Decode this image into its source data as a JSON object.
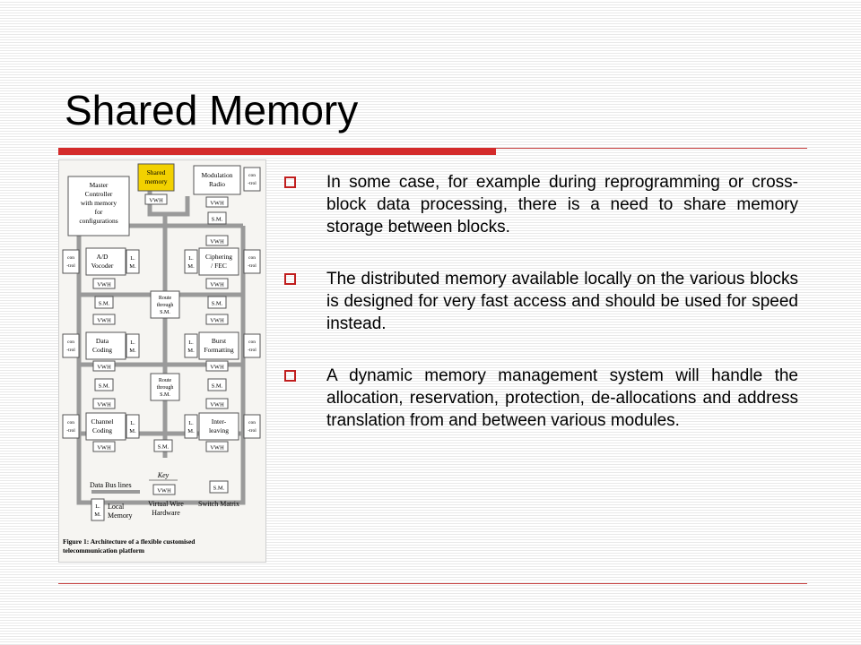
{
  "slide": {
    "title": "Shared Memory",
    "bullets": [
      {
        "text": "In some case, for example during reprogramming or cross-block data processing, there is a need to share memory storage between blocks."
      },
      {
        "text": "The distributed memory available locally on the various blocks is designed for very fast access and should be used for speed instead."
      },
      {
        "text": "A dynamic memory management system will handle the allocation, reservation, protection, de-allocations and address translation from and between various modules."
      }
    ]
  },
  "figure": {
    "master": [
      "Master",
      "Controller",
      "with memory",
      "for",
      "configurations"
    ],
    "shared_memory": [
      "Shared",
      "memory"
    ],
    "modulation": [
      "Modulation",
      "Radio"
    ],
    "control": [
      "con",
      "-trol"
    ],
    "vwh": "VWH",
    "sm": "S.M.",
    "lm": [
      "L.",
      "M."
    ],
    "route": [
      "Route",
      "through",
      "S.M."
    ],
    "left_blocks": [
      [
        "A/D",
        "Vocoder"
      ],
      [
        "Data",
        "Coding"
      ],
      [
        "Channel",
        "Coding"
      ]
    ],
    "right_blocks": [
      [
        "Ciphering",
        "/ FEC"
      ],
      [
        "Burst",
        "Formatting"
      ],
      [
        "Inter-",
        "leaving"
      ]
    ],
    "key": {
      "heading": "Key",
      "data_bus": "Data Bus lines",
      "local_memory": [
        "Local",
        "Memory"
      ],
      "vwh_caption": [
        "Virtual Wire",
        "Hardware"
      ],
      "switch_matrix": "Switch Matrix"
    },
    "caption": [
      "Figure 1: Architecture of a flexible customised",
      "telecommunication platform"
    ],
    "colors": {
      "shared_memory_fill": "#f2d100",
      "bus": "#9a9a9a"
    }
  }
}
